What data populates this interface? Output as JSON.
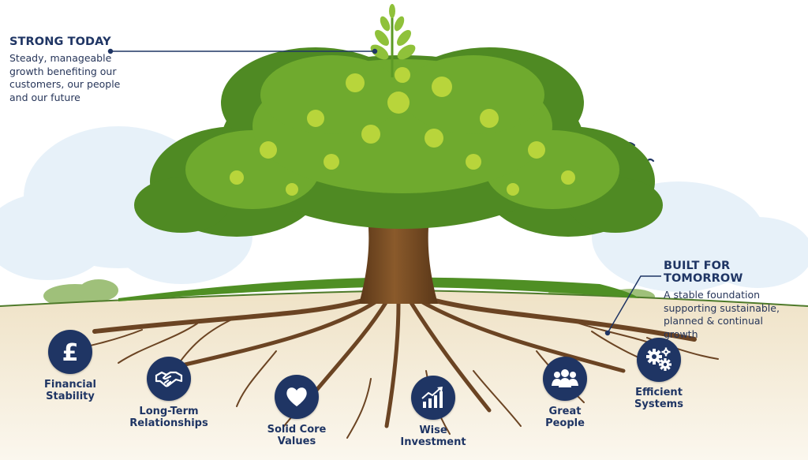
{
  "top_callout": {
    "heading": "STRONG TODAY",
    "lines": [
      "Steady, manageable",
      "growth benefiting our",
      "customers, our people",
      "and our future"
    ]
  },
  "bottom_callout": {
    "heading": "BUILT FOR TOMORROW",
    "lines": [
      "A stable foundation",
      "supporting sustainable,",
      "planned & continual",
      "growth"
    ]
  },
  "pillars": [
    {
      "icon": "pound-icon",
      "line1": "Financial",
      "line2": "Stability"
    },
    {
      "icon": "handshake-icon",
      "line1": "Long-Term",
      "line2": "Relationships"
    },
    {
      "icon": "heart-icon",
      "line1": "Solid Core",
      "line2": "Values"
    },
    {
      "icon": "growth-chart-icon",
      "line1": "Wise",
      "line2": "Investment"
    },
    {
      "icon": "people-icon",
      "line1": "Great",
      "line2": "People"
    },
    {
      "icon": "gears-icon",
      "line1": "Efficient",
      "line2": "Systems"
    }
  ],
  "colors": {
    "navy": "#1f3564",
    "foliage": "#5f9a2a",
    "foliage_light": "#b6d53a",
    "trunk": "#6b4423",
    "soil": "#f3ead6"
  }
}
